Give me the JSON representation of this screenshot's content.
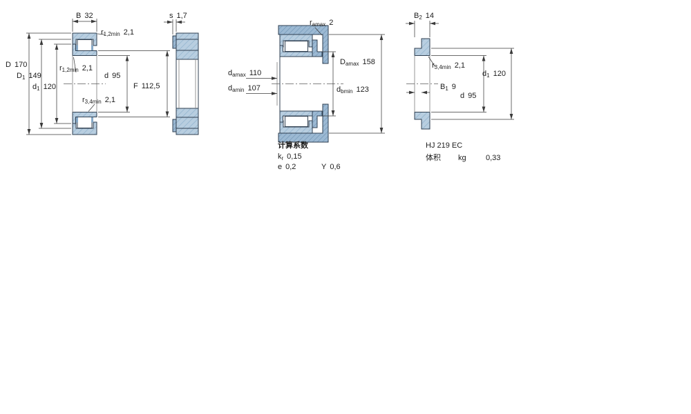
{
  "colors": {
    "fill_light": "#b8cee0",
    "fill_dark": "#9cb9d3",
    "hatch_light": "#8fb1cc",
    "hatch_dark": "#7195b5",
    "outline": "#2f3f50",
    "dim_line": "#3a3a3a",
    "text": "#1c1c1c"
  },
  "left_diagram": {
    "labels": {
      "B": {
        "sym": "B",
        "sub": "",
        "val": "32"
      },
      "r12_top": {
        "sym": "r",
        "sub": "1,2min",
        "val": "2,1"
      },
      "D": {
        "sym": "D",
        "sub": "",
        "val": "170"
      },
      "D1": {
        "sym": "D",
        "sub": "1",
        "val": "149"
      },
      "d1": {
        "sym": "d",
        "sub": "1",
        "val": "120"
      },
      "r12_mid": {
        "sym": "r",
        "sub": "1,2min",
        "val": "2,1"
      },
      "d": {
        "sym": "d",
        "sub": "",
        "val": "95"
      },
      "F": {
        "sym": "F",
        "sub": "",
        "val": "112,5"
      },
      "r34": {
        "sym": "r",
        "sub": "3,4min",
        "val": "2,1"
      }
    }
  },
  "side_diagram": {
    "labels": {
      "s": {
        "sym": "s",
        "sub": "",
        "val": "1,7"
      }
    }
  },
  "mounting_diagram": {
    "labels": {
      "ramax": {
        "sym": "r",
        "sub": "amax",
        "val": "2"
      },
      "damax": {
        "sym": "d",
        "sub": "amax",
        "val": "110"
      },
      "damin": {
        "sym": "d",
        "sub": "amin",
        "val": "107"
      },
      "dbmin": {
        "sym": "d",
        "sub": "bmin",
        "val": "123"
      },
      "Damax": {
        "sym": "D",
        "sub": "amax",
        "val": "158"
      }
    }
  },
  "ring_diagram": {
    "labels": {
      "B2": {
        "sym": "B",
        "sub": "2",
        "val": "14"
      },
      "r34": {
        "sym": "r",
        "sub": "3,4min",
        "val": "2,1"
      },
      "d1": {
        "sym": "d",
        "sub": "1",
        "val": "120"
      },
      "B1": {
        "sym": "B",
        "sub": "1",
        "val": "9"
      },
      "d": {
        "sym": "d",
        "sub": "",
        "val": "95"
      }
    }
  },
  "calculation": {
    "heading": "计算系数",
    "kr": {
      "sym": "k",
      "sub": "r",
      "val": "0,15"
    },
    "e": {
      "sym": "e",
      "sub": "",
      "val": "0,2"
    },
    "Y": {
      "sym": "Y",
      "sub": "",
      "val": "0,6"
    }
  },
  "part_info": {
    "designation": "HJ 219 EC",
    "mass_label": "体积",
    "mass_unit": "kg",
    "mass_value": "0,33"
  }
}
